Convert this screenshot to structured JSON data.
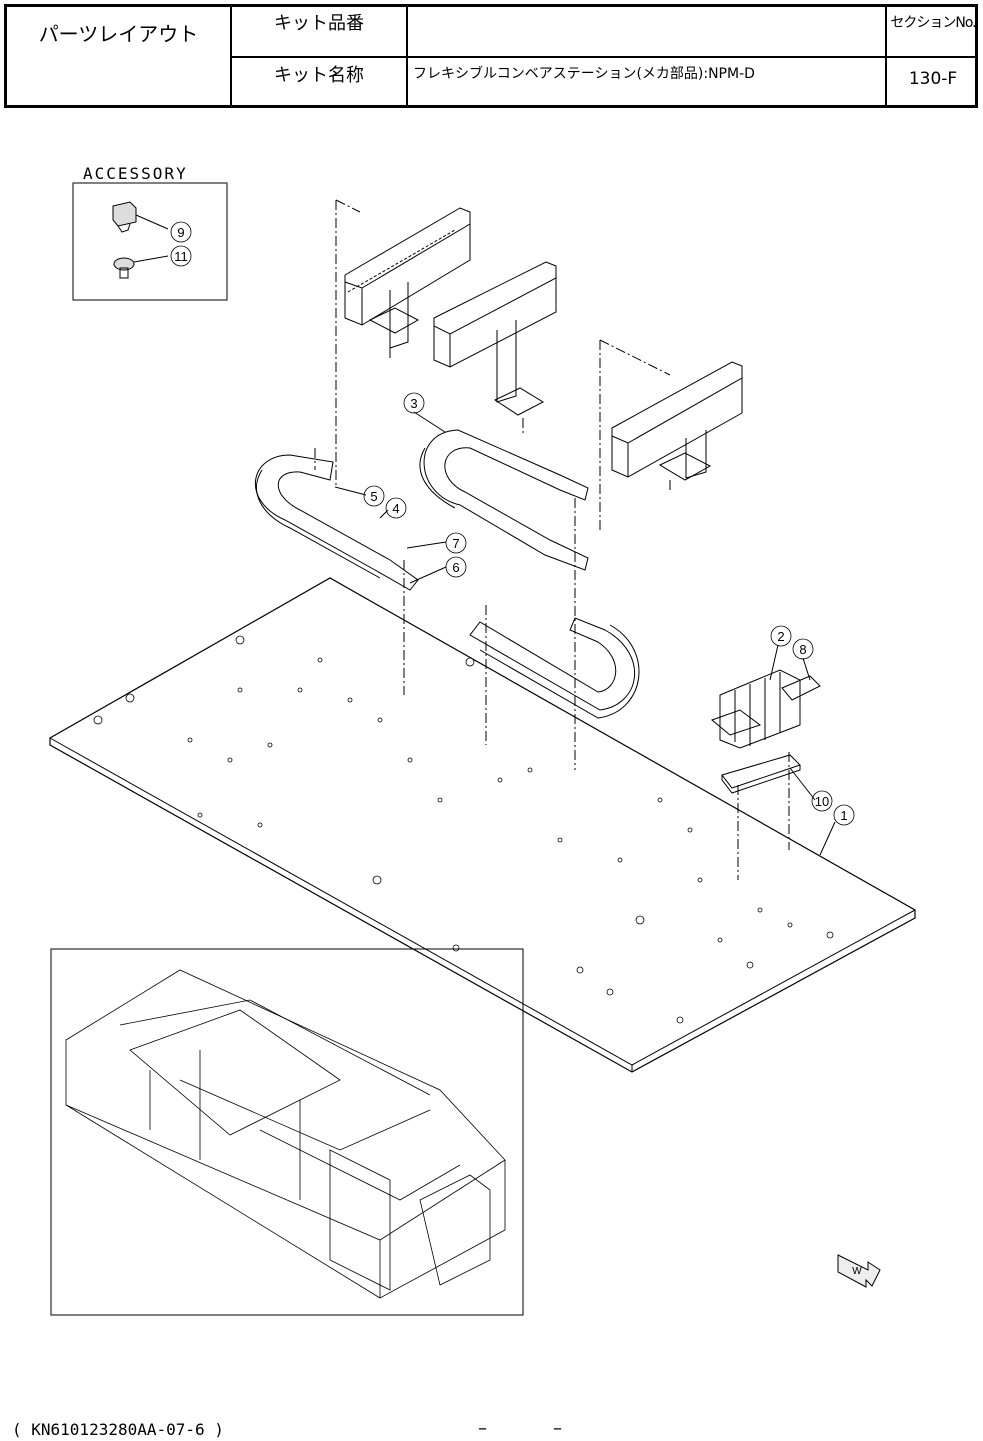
{
  "header": {
    "title": "パーツレイアウト",
    "kit_number_label": "キット品番",
    "kit_number_value": "",
    "kit_name_label": "キット名称",
    "kit_name_value": "フレキシブルコンベアステーション(メカ部品):NPM-D",
    "section_label": "セクションNo.",
    "section_value": "130-F"
  },
  "accessory": {
    "label": "ACCESSORY",
    "callouts": [
      "9",
      "11"
    ]
  },
  "callouts": [
    "1",
    "2",
    "3",
    "4",
    "5",
    "6",
    "7",
    "8",
    "10"
  ],
  "view_marker": "W",
  "footer": {
    "doc_id": "( KN610123280AA-07-6 )",
    "dash_left": "–",
    "dash_right": "–"
  }
}
